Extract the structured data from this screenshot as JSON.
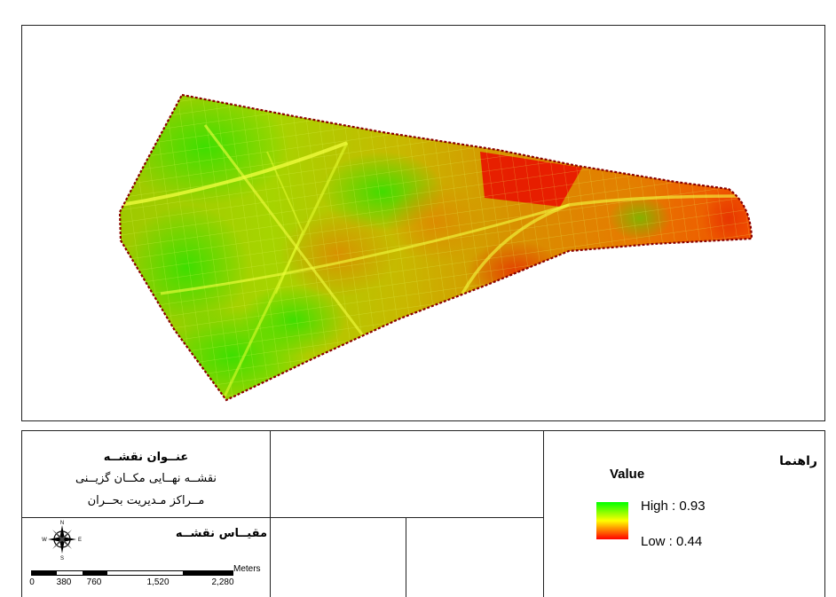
{
  "map": {
    "boundary_color": "#8b0000",
    "ramp_high_color": "#00ff00",
    "ramp_mid_color": "#ffff00",
    "ramp_low_color": "#ff0000"
  },
  "title_block": {
    "heading": "عنــوان نقشــه",
    "line1": "نقشــه نهــایی مکــان گزیــنی",
    "line2": "مــراکز مـدیریت بحــران"
  },
  "scale": {
    "title": "مقیــاس نقشــه",
    "units": "Meters",
    "ticks": [
      "0",
      "380",
      "760",
      "1,520",
      "2,280"
    ]
  },
  "north_arrow": {
    "icon": "compass-rose-icon",
    "n": "N",
    "s": "S",
    "e": "E",
    "w": "W"
  },
  "legend": {
    "title": "راهنما",
    "field": "Value",
    "high_label": "High : 0.93",
    "low_label": "Low : 0.44"
  }
}
